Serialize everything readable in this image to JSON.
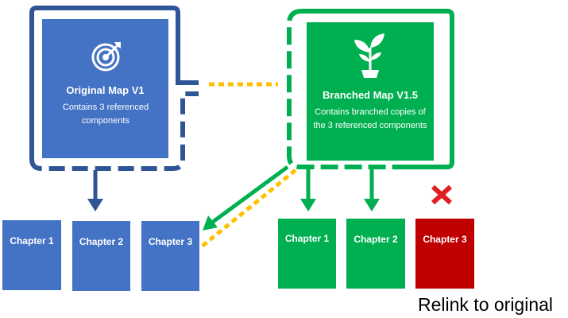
{
  "original_map": {
    "title": "Original Map V1",
    "description": "Contains 3 referenced components",
    "icon": "target-icon",
    "color": "#4472C4",
    "frame_color": "#2F5597"
  },
  "branched_map": {
    "title": "Branched Map V1.5",
    "description": "Contains branched copies of the 3 referenced components",
    "icon": "plant-sprout-icon",
    "color": "#00B050"
  },
  "original_chapters": [
    {
      "label": "Chapter 1"
    },
    {
      "label": "Chapter 2"
    },
    {
      "label": "Chapter 3"
    }
  ],
  "branched_chapters": [
    {
      "label": "Chapter 1"
    },
    {
      "label": "Chapter 2"
    },
    {
      "label": "Chapter 3"
    }
  ],
  "removed_chapter_color": "#C00000",
  "removed_marker_icon": "x-mark-icon",
  "dotted_link_color": "#FFC000",
  "caption": "Relink to original"
}
